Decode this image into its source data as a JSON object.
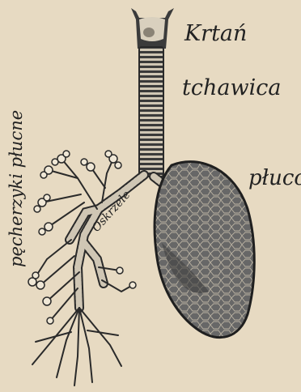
{
  "labels": {
    "krtan": "Krtań",
    "tchawica": "tchawica",
    "pluco": "płuco",
    "oskrzele": "Oskrzele",
    "pecherzyki": "pęcherzyki płucne"
  },
  "colors": {
    "paper": "#e7dac2",
    "ink": "#2a2a2a",
    "lung": "#5a5a5a",
    "airway": "#cfc6b4"
  }
}
